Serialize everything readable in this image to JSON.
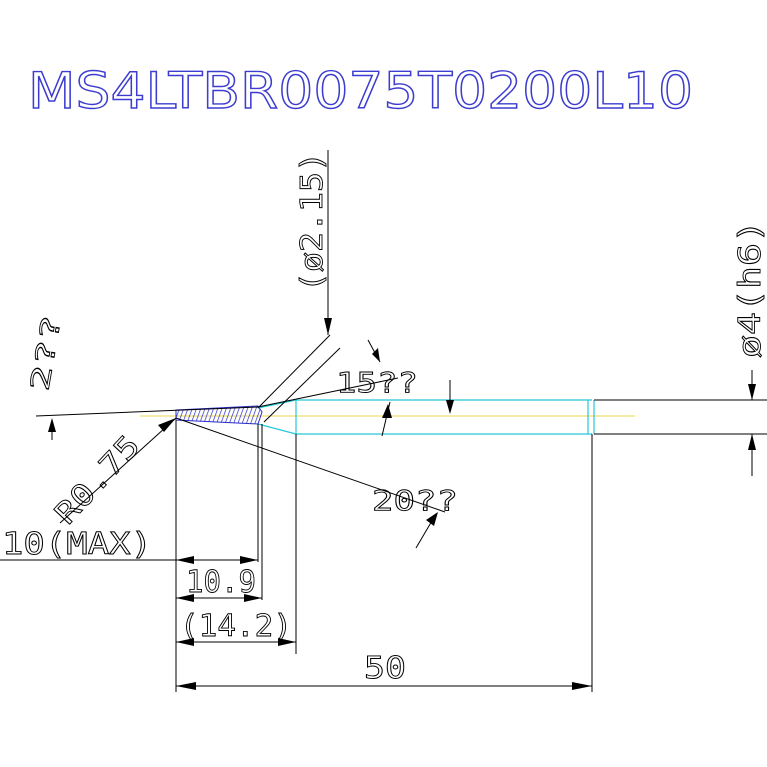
{
  "title": "MS4LTBR0075T0200L10",
  "dimensions": {
    "neck_diameter": "(ø2.15)",
    "shank_diameter": "ø4(h6)",
    "taper_angle_top": "2??",
    "taper_angle_15": "15??",
    "taper_angle_20": "20??",
    "ball_radius": "R0.75",
    "effective_length": "10(MAX)",
    "length_10_9": "10.9",
    "length_14_2": "(14.2)",
    "overall_length": "50"
  },
  "colors": {
    "title": "#3c3cd0",
    "tool_outline": "#25c8d8",
    "centerline": "#e8d84a",
    "hatch": "#2b2bc8",
    "dimension": "#000000"
  }
}
